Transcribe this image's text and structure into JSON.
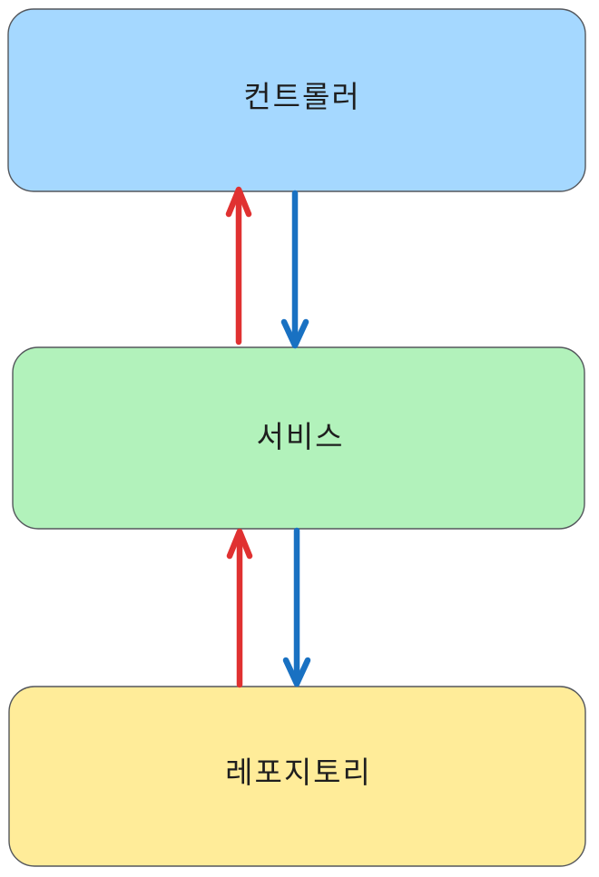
{
  "diagram": {
    "kind": "layered-architecture-flow",
    "nodes": [
      {
        "label": "컨트롤러",
        "fill": "#a5d8ff"
      },
      {
        "label": "서비스",
        "fill": "#b2f2bb"
      },
      {
        "label": "레포지토리",
        "fill": "#ffec99"
      }
    ],
    "edges": [
      {
        "from": "컨트롤러",
        "to": "서비스",
        "direction": "down",
        "color": "#1971c2"
      },
      {
        "from": "서비스",
        "to": "컨트롤러",
        "direction": "up",
        "color": "#e03131"
      },
      {
        "from": "서비스",
        "to": "레포지토리",
        "direction": "down",
        "color": "#1971c2"
      },
      {
        "from": "레포지토리",
        "to": "서비스",
        "direction": "up",
        "color": "#e03131"
      }
    ],
    "style": {
      "node_border_color": "#54575c",
      "text_color": "#1e1e1e",
      "background": "#ffffff"
    }
  }
}
